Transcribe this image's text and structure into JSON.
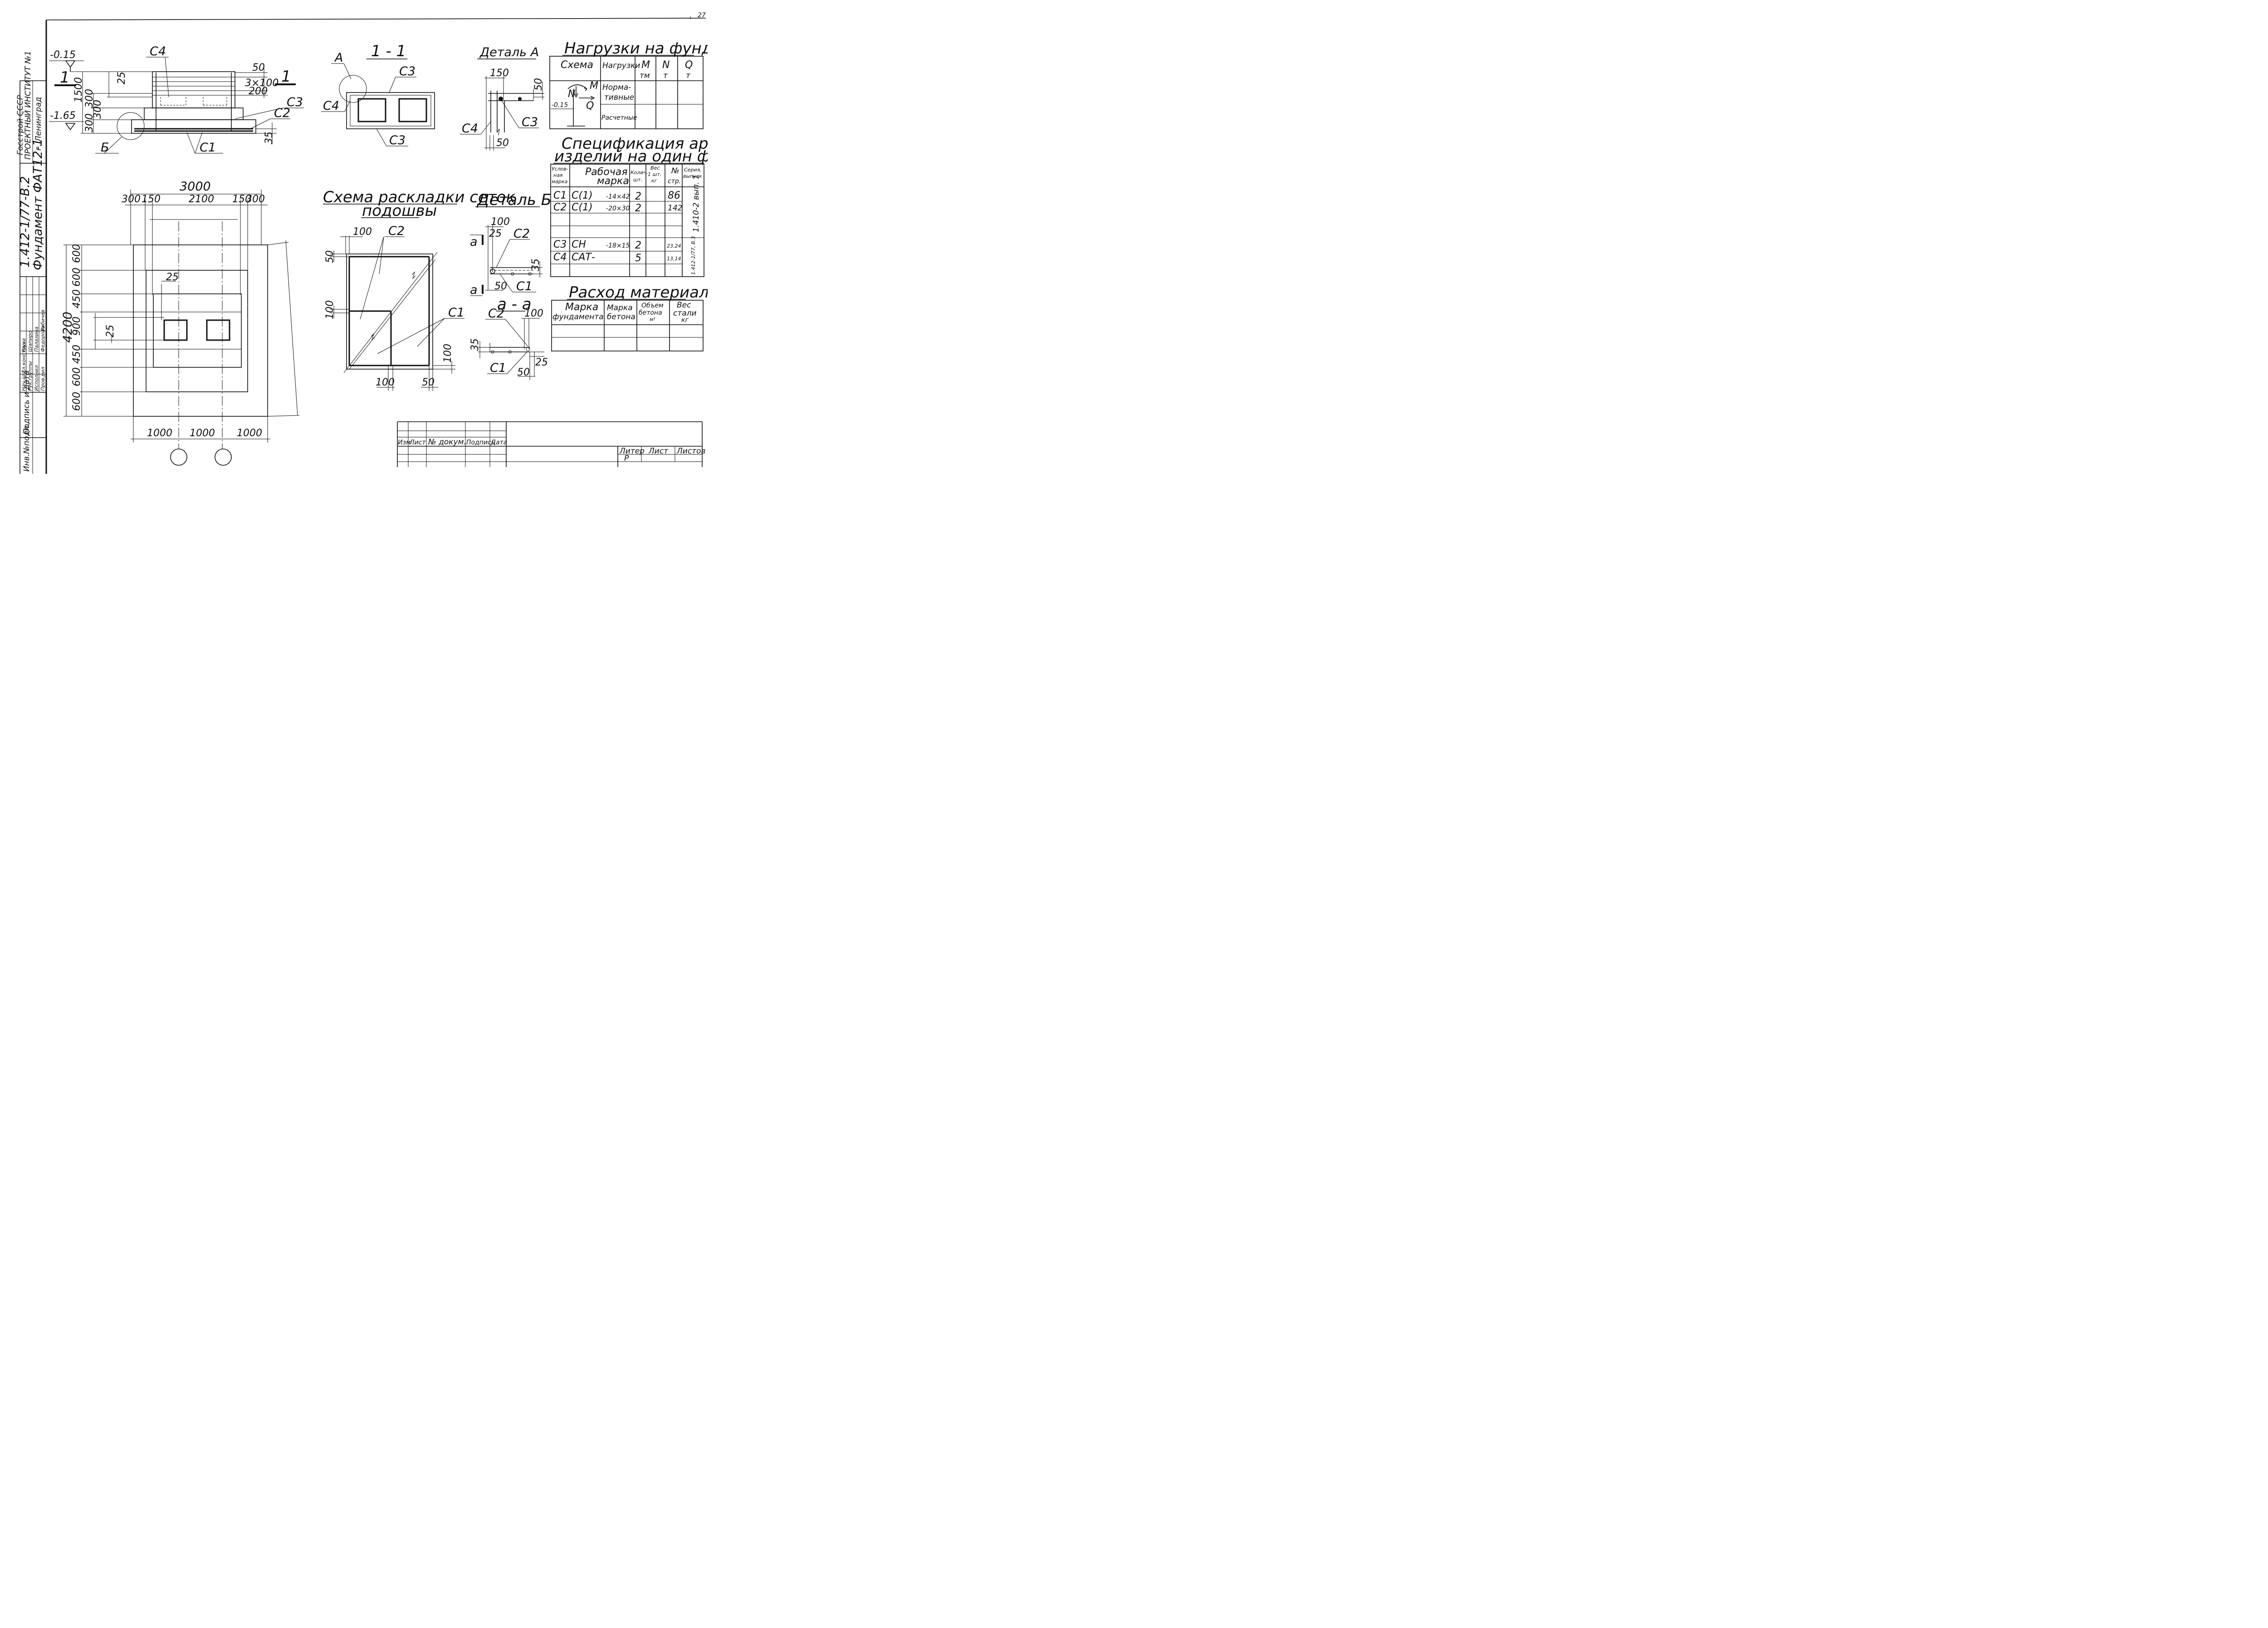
{
  "page_number": "27",
  "sidebar": {
    "org_line1": "Госстрой СССР",
    "org_line2": "ПРОЕКТНЫЙ ИНСТИТУТ №1",
    "org_line3": "г. Ленинград",
    "series": "1.412-1/77-В.2",
    "title": "Фундамент ФАТ12-1",
    "roles": [
      "Нач.отд.",
      "Гл.конструк.",
      "Рук.группы",
      "Исполнил",
      "Пров.рил"
    ],
    "names": [
      "Раша",
      "Шапиро",
      "Палазина",
      "Федорова",
      "Рабичев"
    ],
    "sign_label": "Подпись и дата",
    "inv_label": "Инв.№подл."
  },
  "elev": {
    "top_level": "-0.15",
    "bot_level": "-1.65",
    "section_mark": "1",
    "c4": "С4",
    "c3": "С3",
    "c2": "С2",
    "c1": "С1",
    "b_mark": "Б",
    "d25": "25",
    "d1500": "1500",
    "d300a": "300",
    "d300b": "300",
    "d300c": "300",
    "d50": "50",
    "d3x100": "3×100",
    "d200": "200",
    "d35": "35"
  },
  "plan": {
    "w3000": "3000",
    "d300l": "300",
    "d150l": "150",
    "d2100": "2100",
    "d150r": "150",
    "d300r": "300",
    "h4200": "4200",
    "rows": [
      "600",
      "600",
      "450",
      "900",
      "450",
      "600",
      "600"
    ],
    "d25a": "25",
    "d25b": "25",
    "bottom": [
      "1000",
      "1000",
      "1000"
    ]
  },
  "section11": {
    "title": "1 - 1",
    "a_mark": "А",
    "c3a": "С3",
    "c4": "С4",
    "c3b": "С3"
  },
  "mesh": {
    "title_l1": "Схема раскладки сеток",
    "title_l2": "подошвы",
    "d100a": "100",
    "c2": "С2",
    "d50a": "50",
    "d100b": "100",
    "c1": "С1",
    "d100c": "100",
    "d100d": "100",
    "d50b": "50"
  },
  "detail_a": {
    "title": "Деталь А",
    "d150": "150",
    "d50": "50",
    "c3": "С3",
    "c4": "С4",
    "d50b": "50"
  },
  "detail_b": {
    "title": "Деталь Б",
    "d100": "100",
    "d25": "25",
    "c2": "С2",
    "mark_a": "а",
    "d35": "35",
    "d50": "50",
    "c1": "С1",
    "aa_title": "а - а",
    "aa_c2": "С2",
    "aa_100": "100",
    "aa_35": "35",
    "aa_25": "25",
    "aa_c1": "С1",
    "aa_50": "50"
  },
  "loads": {
    "title": "Нагрузки на фундамент",
    "headers": [
      "Схема",
      "Нагрузки",
      "M",
      "N",
      "Q"
    ],
    "units": [
      "тм",
      "т",
      "т"
    ],
    "scheme_N": "N",
    "scheme_M": "M",
    "scheme_Q": "Q",
    "scheme_level": "-0.15",
    "row1_l1": "Норма-",
    "row1_l2": "тивные",
    "row2": "Расчетные"
  },
  "spec": {
    "title_l1": "Спецификация арматурных",
    "title_l2": "изделий на один фундамент",
    "header_mark": [
      "Услов-",
      "ная",
      "марка"
    ],
    "header_work": [
      "Рабочая",
      "марка"
    ],
    "header_qty": [
      "Колич.",
      "шт."
    ],
    "header_weight": [
      "Вес",
      "1 шт.",
      "кг"
    ],
    "header_page": [
      "№",
      "стр."
    ],
    "header_series": [
      "Серия,",
      "выпуск"
    ],
    "rows": [
      {
        "mark": "С1",
        "work": "С(1)",
        "size": "-14×42",
        "qty": "2",
        "page": "86"
      },
      {
        "mark": "С2",
        "work": "С(1)",
        "size": "-20×30",
        "qty": "2",
        "page": "142"
      },
      {
        "mark": "С3",
        "work": "СН",
        "size": "-18×15",
        "qty": "2",
        "page": "23,24"
      },
      {
        "mark": "С4",
        "work": "САТ-",
        "size": "",
        "qty": "5",
        "page": "13,14"
      }
    ],
    "series_a": "1.410-2 вып. 1",
    "series_b": "1.412-1/77, В.3"
  },
  "materials": {
    "title": "Расход материалов",
    "headers": [
      [
        "Марка",
        "фундамента"
      ],
      [
        "Марка",
        "бетона"
      ],
      [
        "Объем",
        "бетона",
        "м³"
      ],
      [
        "Вес",
        "стали",
        "кг"
      ]
    ]
  },
  "titleblock": {
    "cols": [
      "Изм",
      "Лист",
      "№ докум.",
      "Подпись",
      "Дата"
    ],
    "liter_hdr": "Литер",
    "list_hdr": "Лист",
    "lists_hdr": "Листов",
    "liter_val": "Р"
  },
  "icons": [
    "level-mark-icon",
    "section-arrow-icon",
    "break-line-icon",
    "circle-axis-icon"
  ]
}
